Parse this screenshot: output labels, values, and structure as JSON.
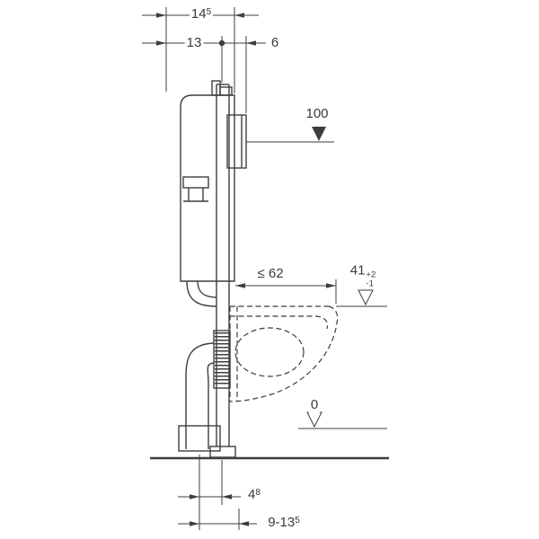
{
  "colors": {
    "line": "#3e3e3e",
    "background": "#ffffff"
  },
  "labels": {
    "depth_total": {
      "base": "14",
      "sup": "5"
    },
    "depth_front": {
      "base": "13"
    },
    "depth_back": {
      "base": "6"
    },
    "actuator_height": {
      "base": "100"
    },
    "pan_depth_max": {
      "base": "≤ 62"
    },
    "pan_height": {
      "base": "41",
      "tol_plus": "+2",
      "tol_minus": "-1"
    },
    "floor_level": {
      "base": "0"
    },
    "outlet_offset": {
      "base": "4",
      "sup": "8"
    },
    "outlet_range": {
      "base": "9-13",
      "sup": "5"
    }
  },
  "icons": {
    "level_marker_filled": "▼",
    "level_marker_open": "▽"
  }
}
